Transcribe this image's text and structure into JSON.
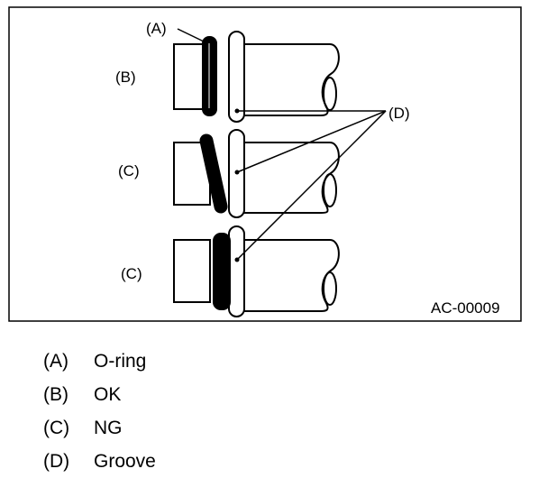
{
  "figure": {
    "code": "AC-00009",
    "labels": {
      "a": "(A)",
      "b": "(B)",
      "c_top": "(C)",
      "c_bottom": "(C)",
      "d": "(D)"
    }
  },
  "legend": [
    {
      "key": "(A)",
      "text": "O-ring"
    },
    {
      "key": "(B)",
      "text": "OK"
    },
    {
      "key": "(C)",
      "text": "NG"
    },
    {
      "key": "(D)",
      "text": "Groove"
    }
  ]
}
